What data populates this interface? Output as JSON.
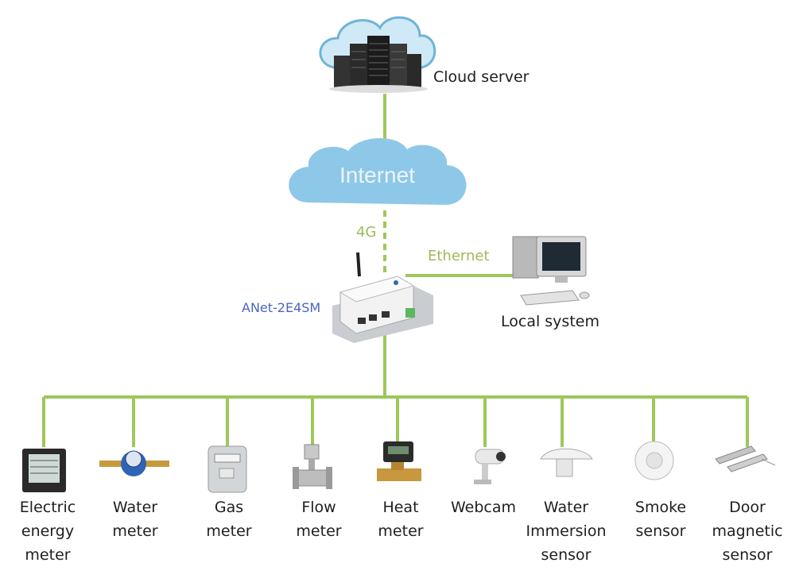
{
  "cloud_server": {
    "label": "Cloud server"
  },
  "internet": {
    "label": "Internet"
  },
  "link_4g": {
    "label": "4G"
  },
  "link_ethernet": {
    "label": "Ethernet"
  },
  "gateway": {
    "label": "ANet-2E4SM"
  },
  "local_system": {
    "label": "Local system"
  },
  "devices": [
    {
      "label": "Electric\nenergy\nmeter"
    },
    {
      "label": "Water\nmeter"
    },
    {
      "label": "Gas\nmeter"
    },
    {
      "label": "Flow\nmeter"
    },
    {
      "label": "Heat\nmeter"
    },
    {
      "label": "Webcam"
    },
    {
      "label": "Water\nImmersion\nsensor"
    },
    {
      "label": "Smoke\nsensor"
    },
    {
      "label": "Door\nmagnetic\nsensor"
    }
  ],
  "colors": {
    "link": "#9dc85a",
    "cloud": "#8ec8e8",
    "gateway_label": "#4a64c2"
  }
}
